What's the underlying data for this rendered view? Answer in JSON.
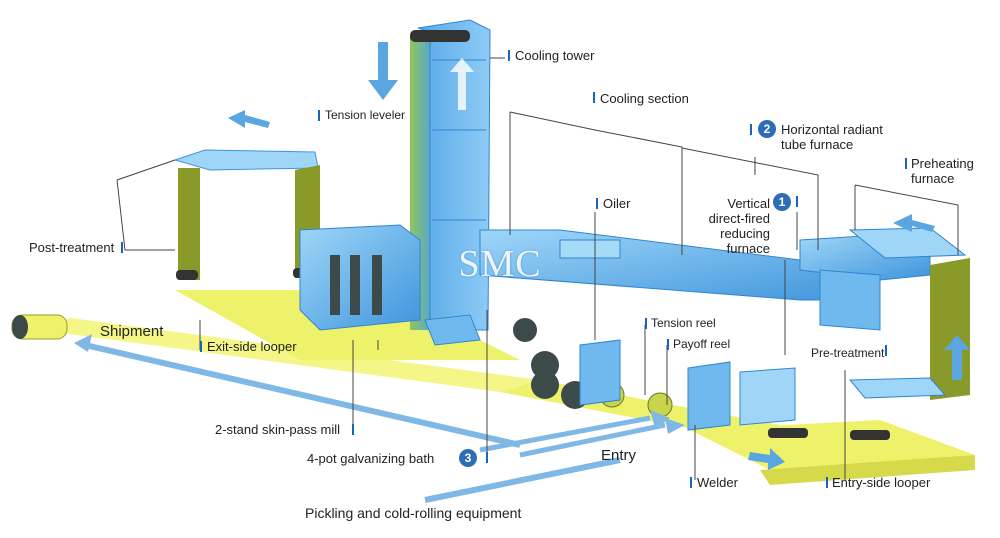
{
  "watermark": "SMC",
  "colors": {
    "strip": "#f0f46a",
    "strip_dark": "#d8dc4a",
    "blue": "#6fb9ee",
    "blue_dark": "#2f86d0",
    "olive": "#8a9a2a",
    "roll": "#3d4a4a",
    "arrow": "#5aa6e0",
    "tick": "#1565c0",
    "badge": "#2d6db5"
  },
  "labels": {
    "cooling_tower": "Cooling tower",
    "tension_leveler": "Tension leveler",
    "cooling_section": "Cooling section",
    "horizontal_furnace": "Horizontal radiant tube furnace",
    "preheating_furnace": "Preheating furnace",
    "post_treatment": "Post-treatment",
    "oiler": "Oiler",
    "vertical_furnace": "Vertical direct-fired reducing furnace",
    "shipment": "Shipment",
    "exit_looper": "Exit-side looper",
    "tension_reel": "Tension reel",
    "payoff_reel": "Payoff reel",
    "pre_treatment": "Pre-treatment",
    "skin_pass_mill": "2-stand skin-pass mill",
    "galvanizing_bath": "4-pot galvanizing bath",
    "entry": "Entry",
    "welder": "Welder",
    "entry_looper": "Entry-side looper",
    "pickling": "Pickling and cold-rolling equipment"
  },
  "badges": {
    "vertical_furnace": "1",
    "horizontal_furnace": "2",
    "galvanizing_bath": "3"
  }
}
